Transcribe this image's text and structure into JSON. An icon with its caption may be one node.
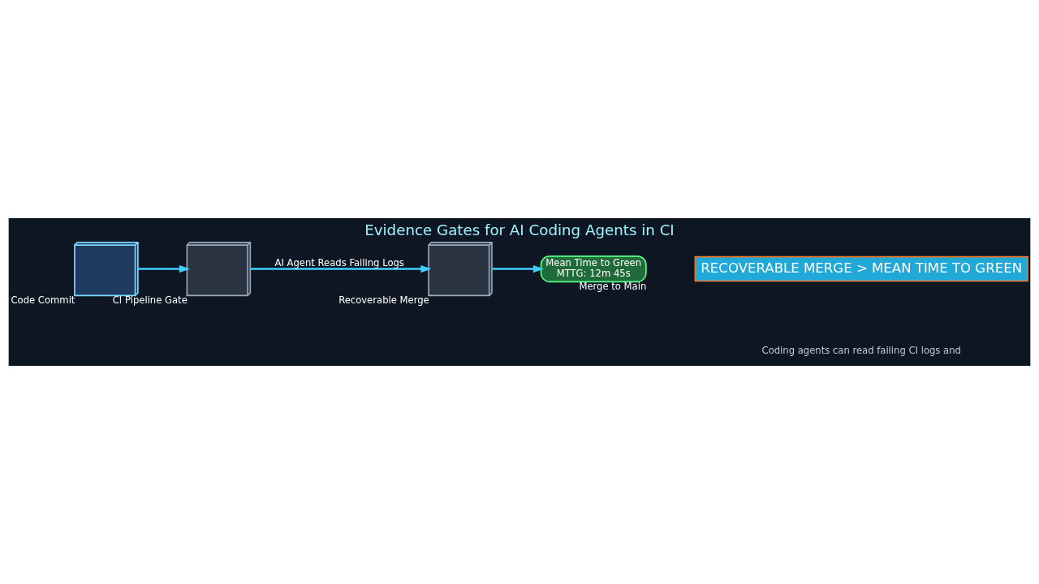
{
  "diagram": {
    "title": "Evidence Gates for AI Coding Agents in CI",
    "caption": "Coding agents can read failing CI logs and",
    "nodes": [
      {
        "text": [],
        "shape": "picture",
        "beside": [
          "Code Commit"
        ]
      },
      {
        "text": [],
        "shape": "picture",
        "beside": [
          "CI Pipeline Gate"
        ]
      },
      {
        "text": [],
        "shape": "picture",
        "beside": [
          "Recoverable Merge"
        ]
      },
      {
        "text": [
          "Mean Time to Green",
          "MTTG: 12m 45s"
        ],
        "beside": [
          "Merge to Main"
        ]
      }
    ],
    "edges": [
      {
        "from": 0,
        "to": 1,
        "arrow": "to"
      },
      {
        "from": 1,
        "to": 2,
        "arrow": "to",
        "label": "AI Agent Reads Failing Logs"
      },
      {
        "from": 2,
        "to": 3,
        "arrow": "to"
      }
    ],
    "labels": [
      "RECOVERABLE MERGE > MEAN TIME TO GREEN"
    ]
  }
}
